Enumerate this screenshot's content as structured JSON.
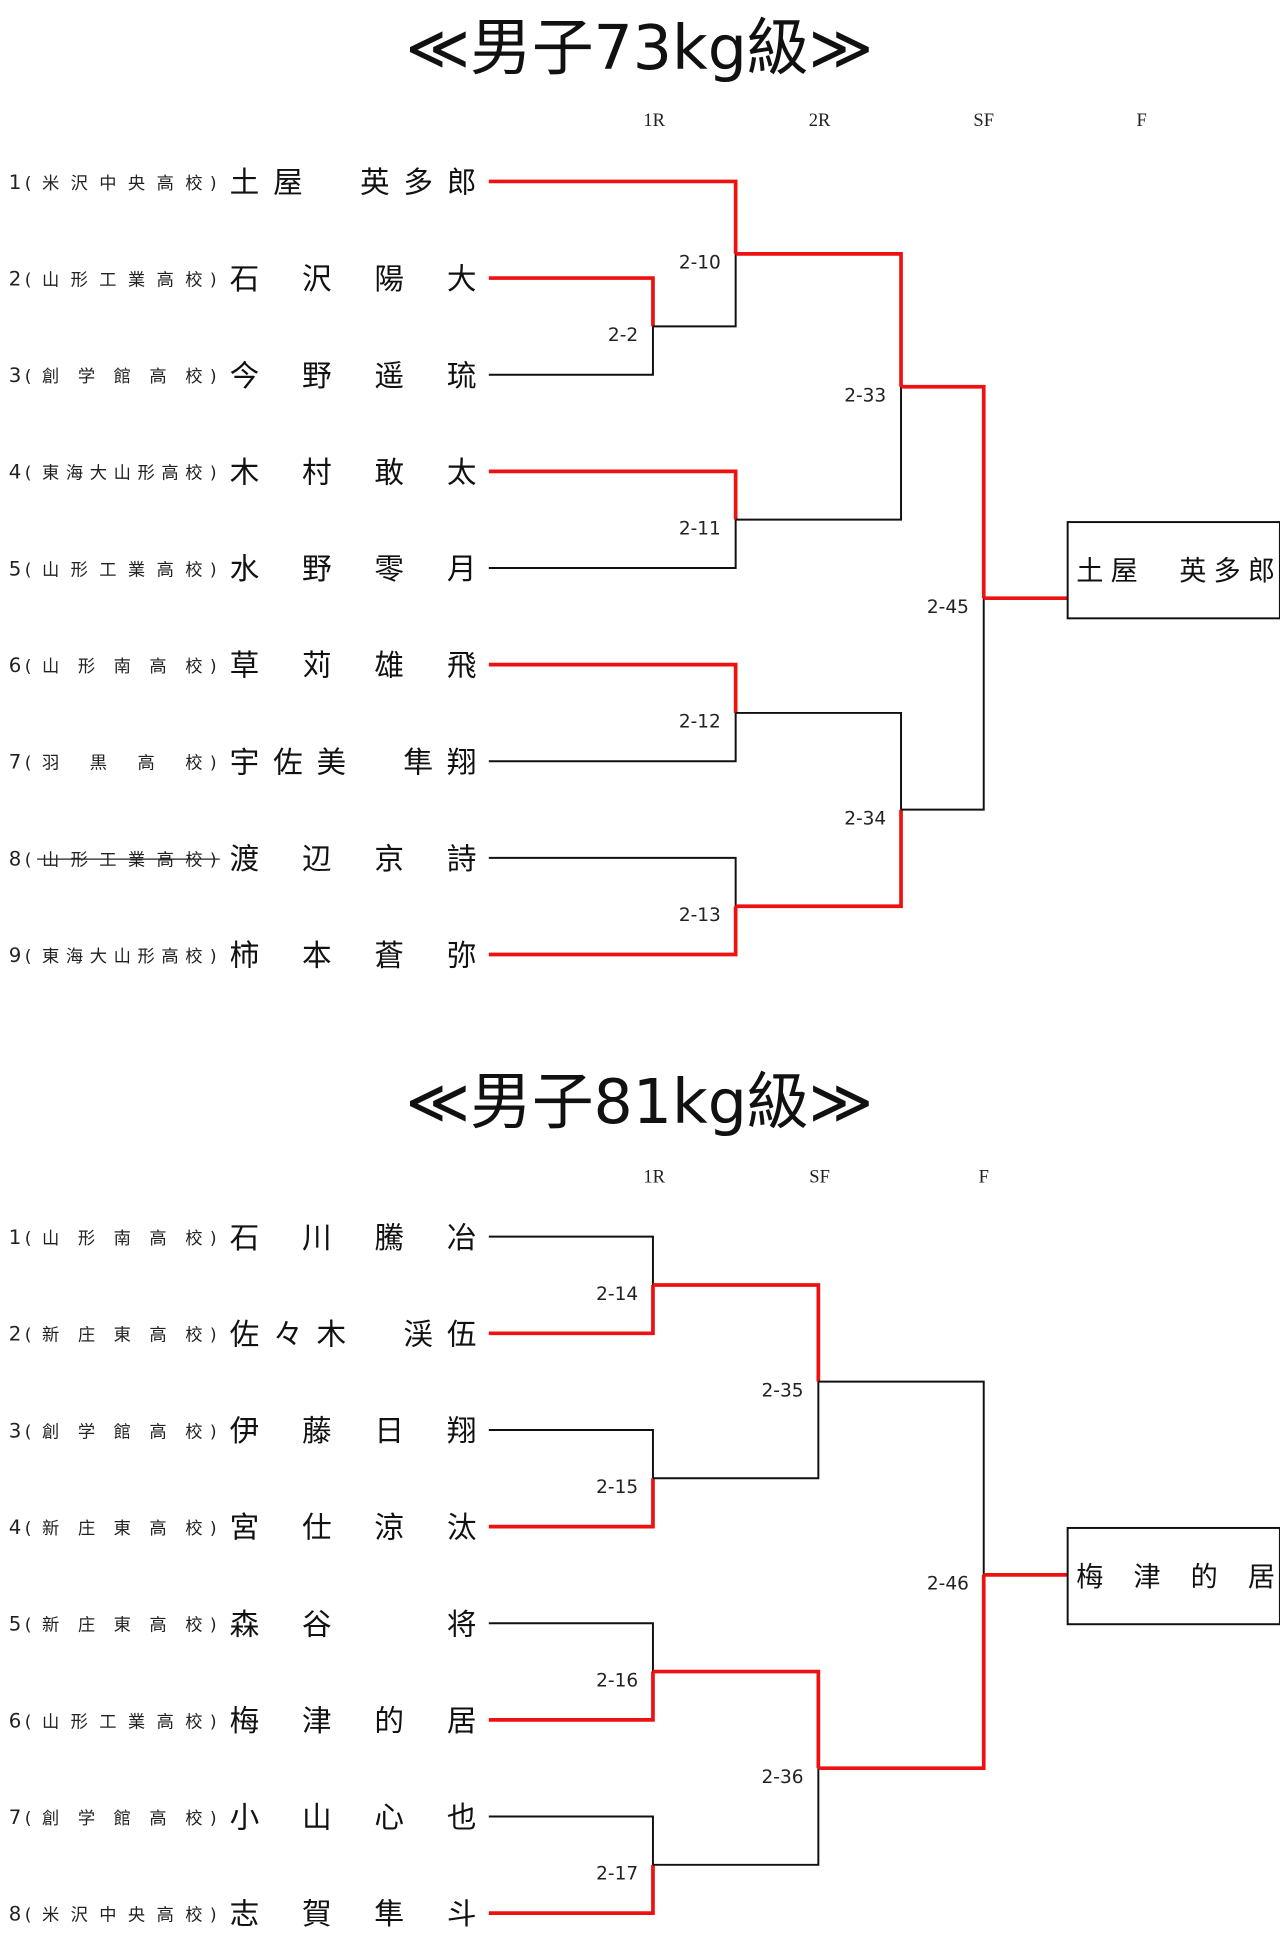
{
  "colors": {
    "winner": "#ee1111",
    "line": "#111111"
  },
  "brackets": [
    {
      "title": "≪男子73kg級≫",
      "rounds": [
        "1R",
        "2R",
        "SF",
        "F"
      ],
      "entries": [
        {
          "num": "1",
          "school": "米沢中央高校",
          "name": "土屋　英多郎"
        },
        {
          "num": "2",
          "school": "山形工業高校",
          "name": "石沢陽大"
        },
        {
          "num": "3",
          "school": "創学館高校",
          "name": "今野遥琉"
        },
        {
          "num": "4",
          "school": "東海大山形高校",
          "name": "木村敢太"
        },
        {
          "num": "5",
          "school": "山形工業高校",
          "name": "水野零月"
        },
        {
          "num": "6",
          "school": "山形南高校",
          "name": "草苅雄飛"
        },
        {
          "num": "7",
          "school": "羽黒高校",
          "name": "宇佐美　隼翔"
        },
        {
          "num": "8",
          "school": "山形工業高校",
          "name": "渡辺京詩",
          "struck": true
        },
        {
          "num": "9",
          "school": "東海大山形高校",
          "name": "柿本蒼弥"
        }
      ],
      "matches": [
        {
          "id": "2-2",
          "a": "e1",
          "b": "e2",
          "winner": "a"
        },
        {
          "id": "2-10",
          "a": "e0",
          "b": "2-2",
          "winner": "a"
        },
        {
          "id": "2-11",
          "a": "e3",
          "b": "e4",
          "winner": "a"
        },
        {
          "id": "2-12",
          "a": "e5",
          "b": "e6",
          "winner": "a"
        },
        {
          "id": "2-13",
          "a": "e7",
          "b": "e8",
          "winner": "b"
        },
        {
          "id": "2-33",
          "a": "2-10",
          "b": "2-11",
          "winner": "a"
        },
        {
          "id": "2-34",
          "a": "2-12",
          "b": "2-13",
          "winner": "b"
        },
        {
          "id": "2-45",
          "a": "2-33",
          "b": "2-34",
          "winner": "a"
        }
      ],
      "champion": "土屋　英多郎"
    },
    {
      "title": "≪男子81kg級≫",
      "rounds": [
        "1R",
        "SF",
        "F"
      ],
      "entries": [
        {
          "num": "1",
          "school": "山形南高校",
          "name": "石川騰冶"
        },
        {
          "num": "2",
          "school": "新庄東高校",
          "name": "佐々木　渓伍"
        },
        {
          "num": "3",
          "school": "創学館高校",
          "name": "伊藤日翔"
        },
        {
          "num": "4",
          "school": "新庄東高校",
          "name": "宮仕涼汰"
        },
        {
          "num": "5",
          "school": "新庄東高校",
          "name": "森谷　将"
        },
        {
          "num": "6",
          "school": "山形工業高校",
          "name": "梅津的居"
        },
        {
          "num": "7",
          "school": "創学館高校",
          "name": "小山心也"
        },
        {
          "num": "8",
          "school": "米沢中央高校",
          "name": "志賀隼斗"
        }
      ],
      "matches": [
        {
          "id": "2-14",
          "a": "e0",
          "b": "e1",
          "winner": "b"
        },
        {
          "id": "2-15",
          "a": "e2",
          "b": "e3",
          "winner": "b"
        },
        {
          "id": "2-16",
          "a": "e4",
          "b": "e5",
          "winner": "b"
        },
        {
          "id": "2-17",
          "a": "e6",
          "b": "e7",
          "winner": "b"
        },
        {
          "id": "2-35",
          "a": "2-14",
          "b": "2-15",
          "winner": "a"
        },
        {
          "id": "2-36",
          "a": "2-16",
          "b": "2-17",
          "winner": "a"
        },
        {
          "id": "2-46",
          "a": "2-35",
          "b": "2-36",
          "winner": "b"
        }
      ],
      "champion": "梅津的居"
    }
  ]
}
